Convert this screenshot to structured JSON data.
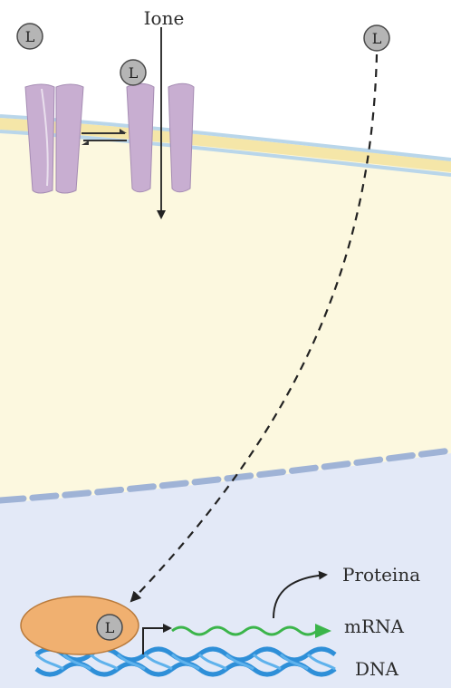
{
  "labels": {
    "ion": "Ione",
    "protein": "Proteina",
    "mrna": "mRNA",
    "dna": "DNA"
  },
  "ligand_symbol": "L",
  "colors": {
    "extracellular": "#ffffff",
    "cytoplasm": "#fcf8df",
    "nucleus": "#e3e9f7",
    "membrane_line": "#b9d6ea",
    "membrane_band": "#f5e6a8",
    "nuclear_envelope": "#9fb3d6",
    "channel": "#c8aed1",
    "channel_edge": "#a58cb3",
    "ligand": "#b5b5b5",
    "receptor": "#f0b070",
    "mrna": "#3bb54a",
    "dna": "#2e8fd8"
  }
}
